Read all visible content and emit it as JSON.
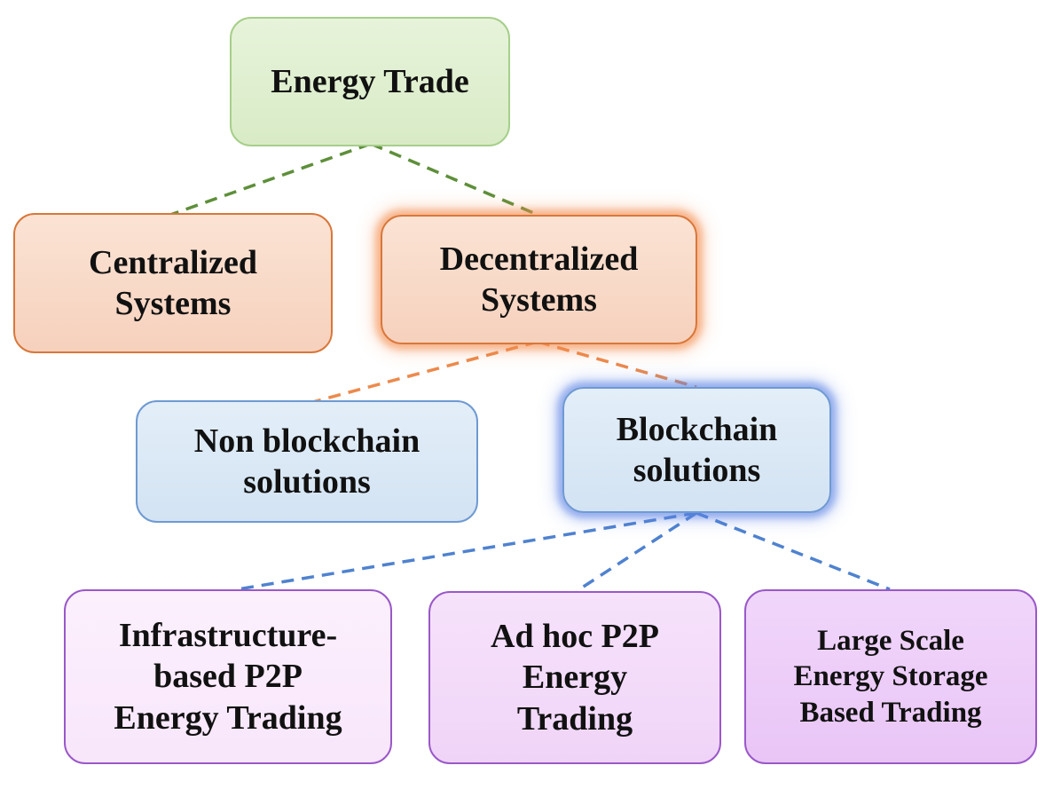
{
  "nodes": {
    "energy_trade": {
      "lines": [
        "Energy Trade"
      ]
    },
    "centralized": {
      "lines": [
        "Centralized",
        "Systems"
      ]
    },
    "decentralized": {
      "lines": [
        "Decentralized",
        "Systems"
      ]
    },
    "non_blockchain": {
      "lines": [
        "Non blockchain",
        "solutions"
      ]
    },
    "blockchain": {
      "lines": [
        "Blockchain",
        "solutions"
      ]
    },
    "infrastructure": {
      "lines": [
        "Infrastructure-",
        "based P2P",
        "Energy Trading"
      ]
    },
    "adhoc": {
      "lines": [
        "Ad hoc P2P",
        "Energy",
        "Trading"
      ]
    },
    "large_scale": {
      "lines": [
        "Large Scale",
        "Energy Storage",
        "Based Trading"
      ]
    }
  },
  "colors": {
    "edge_green": "#5e8f3a",
    "edge_orange": "#ec8a4c",
    "edge_blue": "#4f82cf"
  }
}
